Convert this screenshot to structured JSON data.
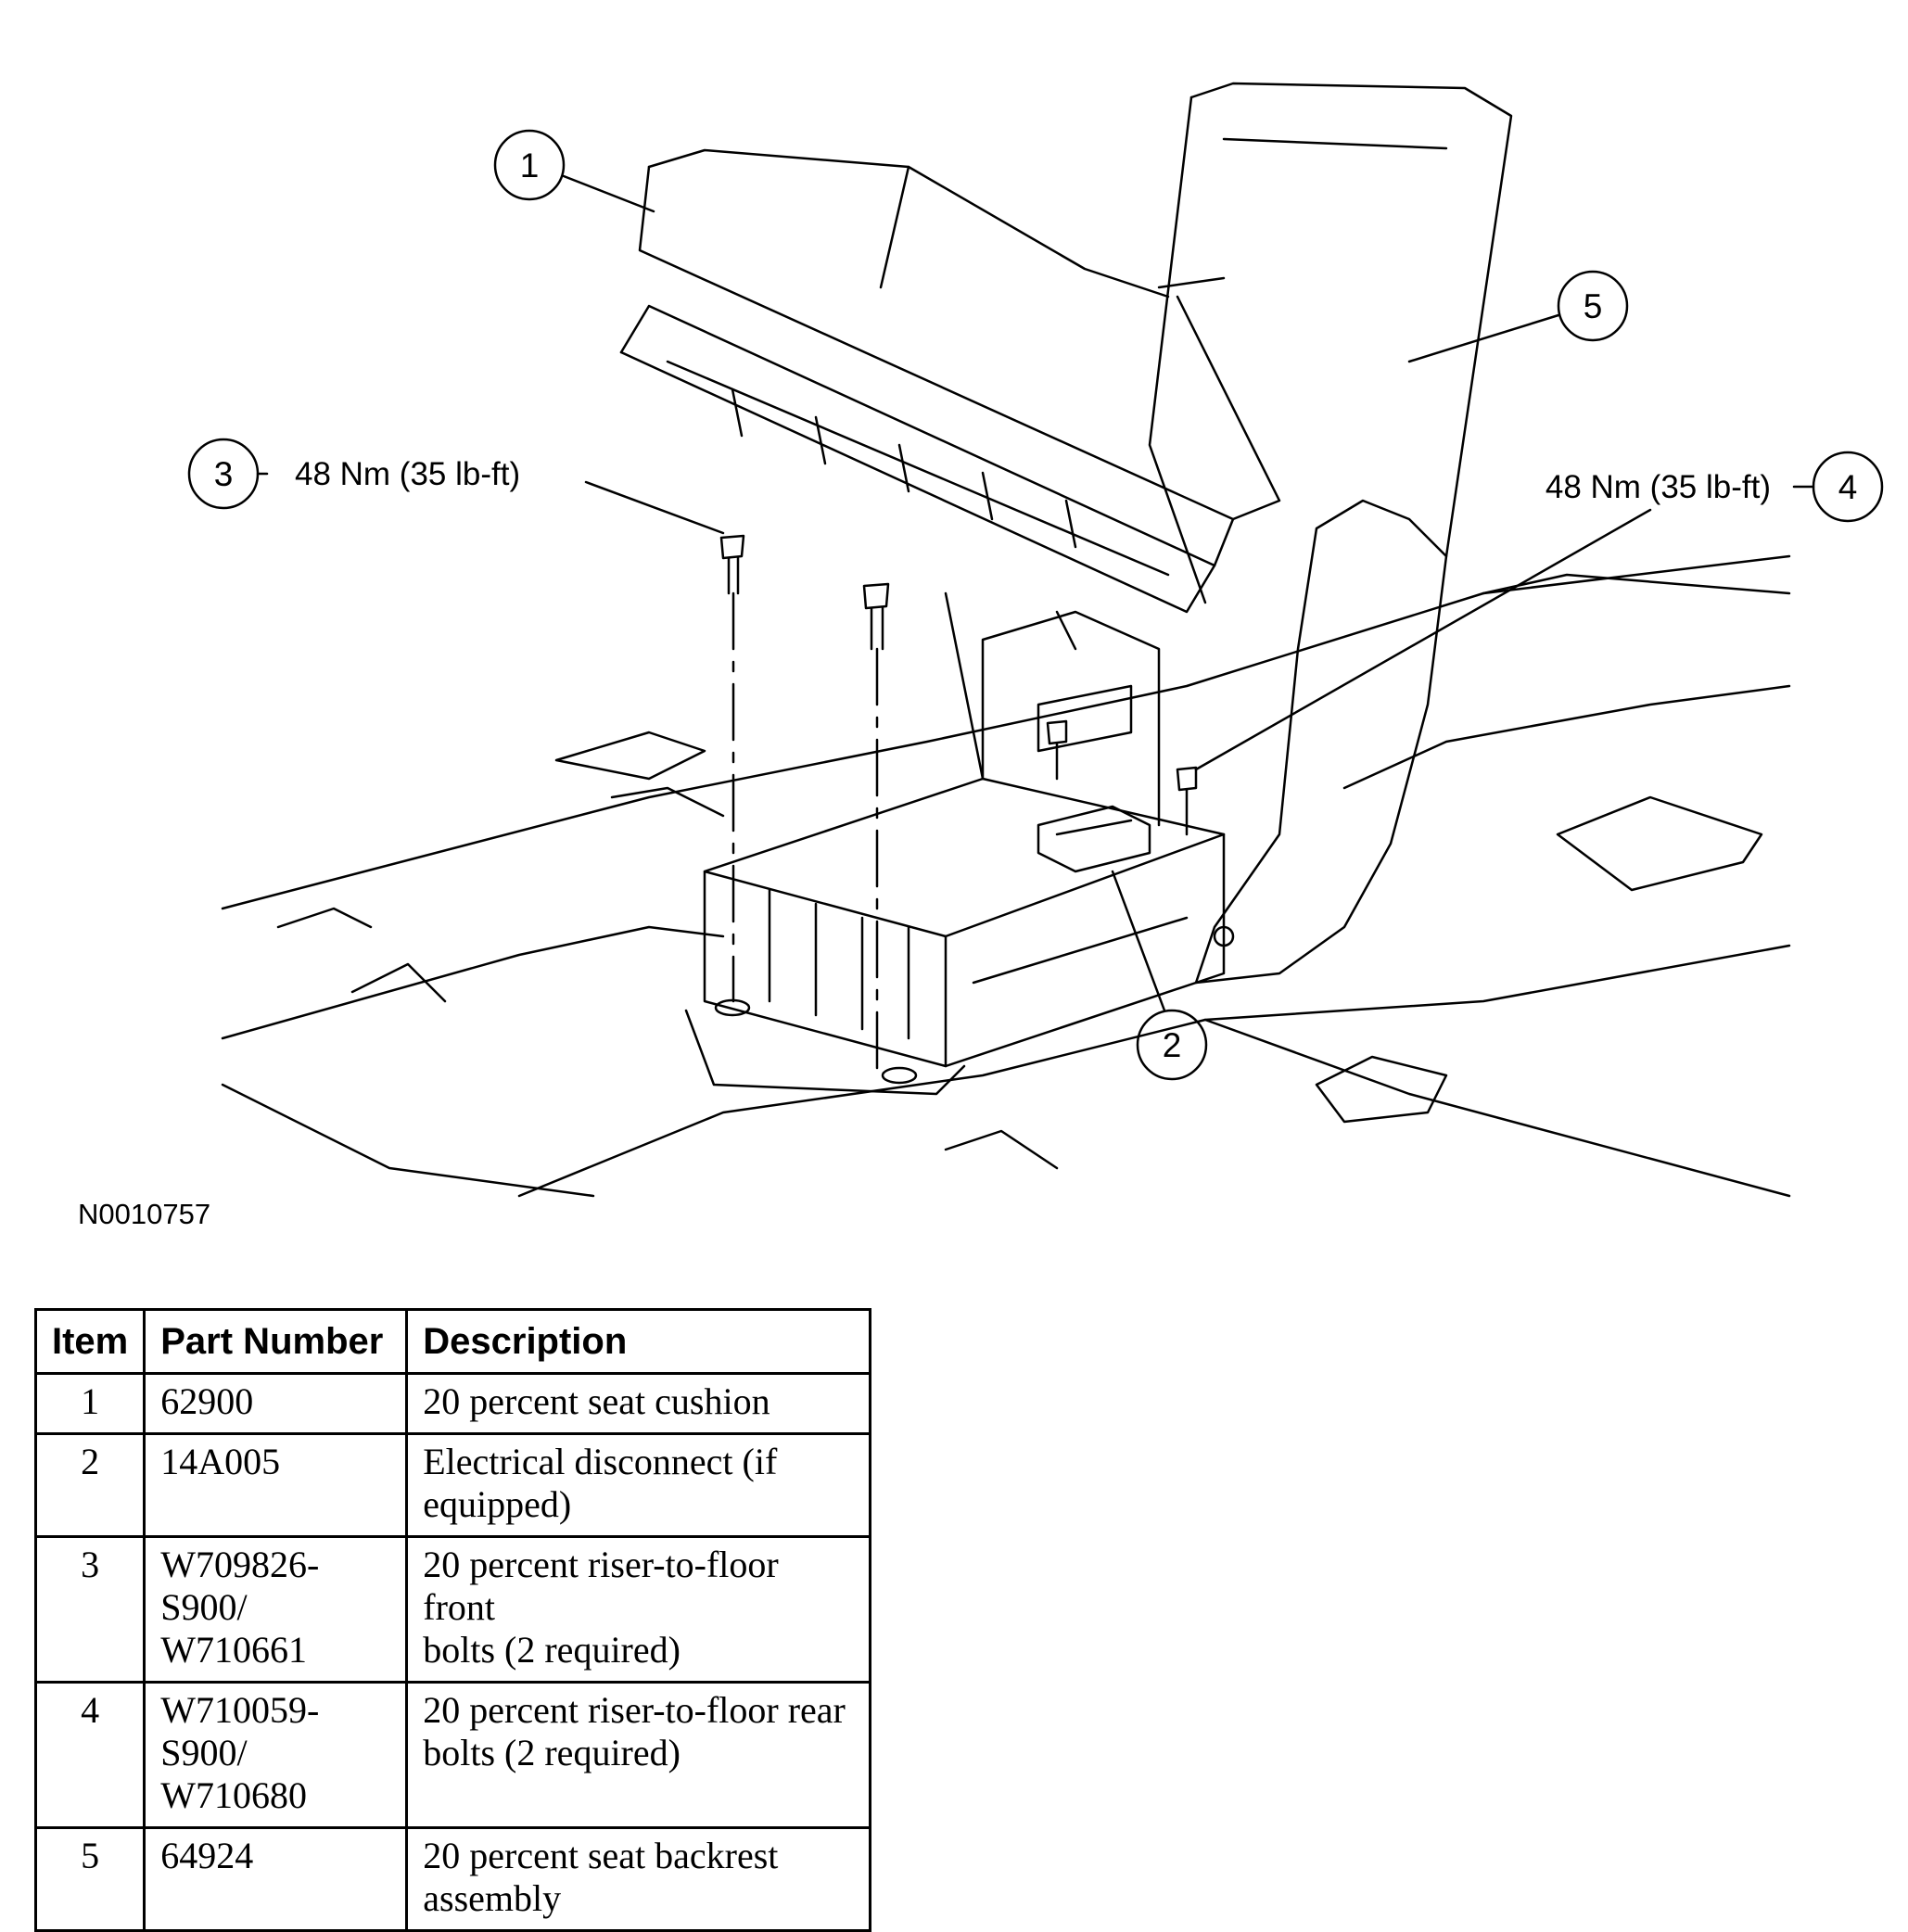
{
  "figure": {
    "id_label": "N0010757",
    "callouts": [
      {
        "num": "1"
      },
      {
        "num": "2"
      },
      {
        "num": "3",
        "torque": "48 Nm (35 lb-ft)"
      },
      {
        "num": "4",
        "torque": "48 Nm (35 lb-ft)"
      },
      {
        "num": "5"
      }
    ]
  },
  "table": {
    "headers": [
      "Item",
      "Part Number",
      "Description"
    ],
    "rows": [
      {
        "item": "1",
        "part_lines": [
          "62900"
        ],
        "desc_lines": [
          "20 percent seat cushion"
        ]
      },
      {
        "item": "2",
        "part_lines": [
          "14A005"
        ],
        "desc_lines": [
          "Electrical disconnect (if",
          "equipped)"
        ]
      },
      {
        "item": "3",
        "part_lines": [
          "W709826-S900/",
          "W710661"
        ],
        "desc_lines": [
          "20 percent riser-to-floor front",
          "bolts (2 required)"
        ]
      },
      {
        "item": "4",
        "part_lines": [
          "W710059-S900/",
          "W710680"
        ],
        "desc_lines": [
          "20 percent riser-to-floor rear",
          "bolts (2 required)"
        ]
      },
      {
        "item": "5",
        "part_lines": [
          "64924"
        ],
        "desc_lines": [
          "20 percent seat backrest",
          "assembly"
        ]
      }
    ]
  }
}
